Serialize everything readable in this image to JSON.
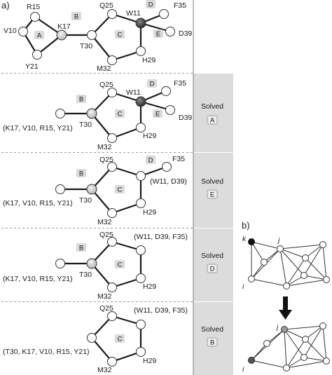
{
  "panel_a": {
    "letter": "a)",
    "rows": [
      {
        "texts": [
          "R15",
          "K17",
          "Q25",
          "W11",
          "F35",
          "V10",
          "T30",
          "D39",
          "Y21",
          "M32",
          "H29"
        ],
        "boxes": [
          "A",
          "B",
          "C",
          "D",
          "E"
        ],
        "solved": null
      },
      {
        "texts": [
          "Q25",
          "W11",
          "F35",
          "(K17, V10, R15, Y21)",
          "T30",
          "D39",
          "M32",
          "H29"
        ],
        "boxes": [
          "B",
          "C",
          "D",
          "E"
        ],
        "solved": {
          "label": "Solved",
          "box": "A"
        }
      },
      {
        "texts": [
          "Q25",
          "F35",
          "(W11, D39)",
          "(K17, V10, R15, Y21)",
          "T30",
          "M32",
          "H29"
        ],
        "boxes": [
          "B",
          "C",
          "D"
        ],
        "solved": {
          "label": "Solved",
          "box": "E"
        }
      },
      {
        "texts": [
          "Q25",
          "(W11, D39, F35)",
          "(K17, V10, R15, Y21)",
          "T30",
          "M32",
          "H29"
        ],
        "boxes": [
          "B",
          "C"
        ],
        "solved": {
          "label": "Solved",
          "box": "D"
        }
      },
      {
        "texts": [
          "Q25",
          "(W11, D39, F35)",
          "(T30, K17, V10, R15, Y21)",
          "M32",
          "H29"
        ],
        "boxes": [
          "C"
        ],
        "solved": {
          "label": "Solved",
          "box": "B"
        }
      }
    ]
  },
  "panel_b": {
    "letter": "b)",
    "top_labels": [
      "k",
      "j",
      "i"
    ],
    "bottom_labels": [
      "j",
      "i"
    ]
  },
  "colors": {
    "solved_bg": "#dcdcdc",
    "box_fill": "#d9d9d9",
    "node_dark": "#3a3a3a",
    "node_mid": "#9a9a9a",
    "node_light": "#c4c4c4"
  }
}
